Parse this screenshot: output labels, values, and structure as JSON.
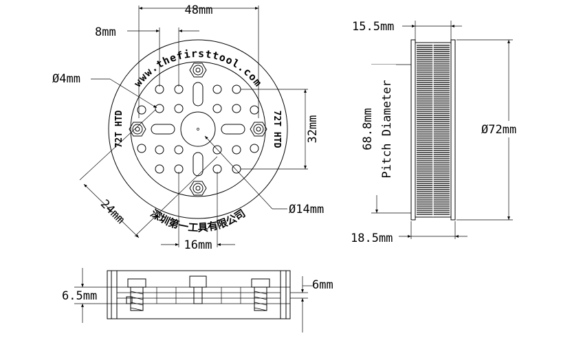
{
  "dimensions": {
    "width_48": "48mm",
    "spacing_8": "8mm",
    "hole_4": "Ø4mm",
    "height_32": "32mm",
    "diag_24": "24mm",
    "spacing_16": "16mm",
    "bore_14": "Ø14mm",
    "belt_15_5": "15.5mm",
    "outer_72": "Ø72mm",
    "pitch_68_8": "68.8mm",
    "pitch_label": "Pitch Diameter",
    "total_18_5": "18.5mm",
    "hub_6_5": "6.5mm",
    "flange_6": "6mm"
  },
  "pulley": {
    "website": "www.thefirsttool.com",
    "model_left": "72T HTD",
    "model_right": "72T HTD",
    "chinese_text": "深圳第一工具有限公司"
  }
}
